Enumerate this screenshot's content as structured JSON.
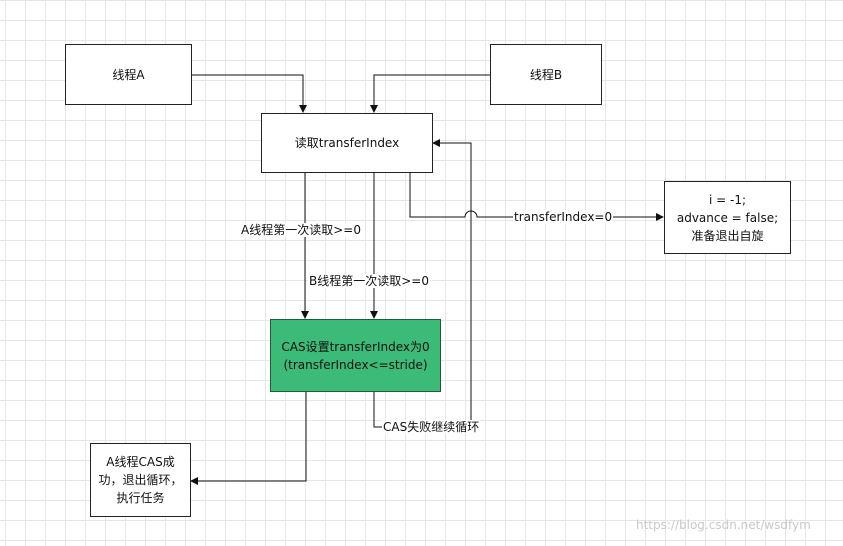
{
  "nodes": {
    "thread_a": "线程A",
    "thread_b": "线程B",
    "read": "读取transferIndex",
    "exit_lines": [
      "i = -1;",
      "advance = false;",
      "准备退出自旋"
    ],
    "cas_lines": [
      "CAS设置transferIndex为0",
      "(transferIndex<=stride)"
    ],
    "a_success_lines": [
      "A线程CAS成",
      "功，退出循环，",
      "执行任务"
    ]
  },
  "edges": {
    "a_first_read": "A线程第一次读取>=0",
    "b_first_read": "B线程第一次读取>=0",
    "index_zero": "transferIndex=0",
    "cas_fail": "CAS失败继续循环"
  },
  "watermark": "https://blog.csdn.net/wsdfym",
  "colors": {
    "cas_fill": "#3cba78",
    "line": "#111111"
  }
}
